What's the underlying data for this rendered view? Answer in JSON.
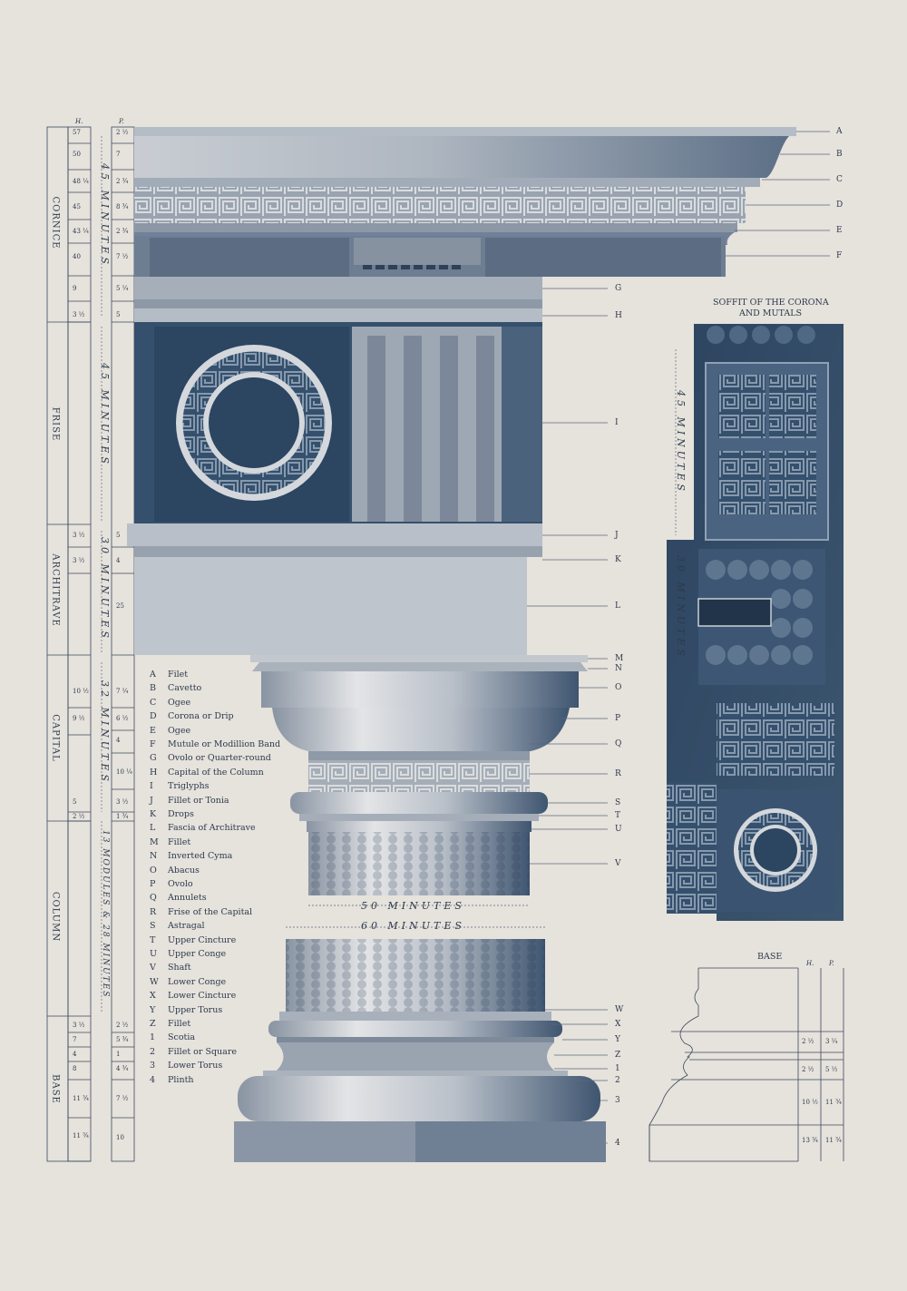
{
  "header": {
    "h_label": "H.",
    "p_label": "P."
  },
  "sections": {
    "cornice": "CORNICE",
    "frise": "FRISE",
    "architrave": "ARCHITRAVE",
    "capital": "CAPITAL",
    "column": "COLUMN",
    "base": "BASE"
  },
  "h_values": [
    "57",
    "50",
    "48 ¼",
    "45",
    "43 ¼",
    "40",
    "9",
    "3 ½",
    "3 ½",
    "3 ½",
    "10 ½",
    "9 ½",
    "5",
    "2 ½",
    "3 ½",
    "7",
    "4",
    "8",
    "11 ¾",
    "11 ¾"
  ],
  "p_values": [
    "2 ½",
    "7",
    "2 ¾",
    "8 ¾",
    "2 ¾",
    "7 ½",
    "5 ¼",
    "5",
    "5",
    "4",
    "25",
    "7 ¼",
    "6 ½",
    "4",
    "10 ¼",
    "3 ½",
    "1 ¾",
    "2 ½",
    "5 ¾",
    "1",
    "4 ¾",
    "7 ½",
    "10"
  ],
  "minutes_labels": {
    "cornice": "45 MINUTES",
    "frise": "45 MINUTES",
    "architrave": "30 MINUTES",
    "capital": "32 MINUTES",
    "column": "13 MODULES & 28 MINUTES",
    "shaft_top": "50 MINUTES",
    "shaft_bottom": "60 MINUTES",
    "soffit_upper": "45 MINUTES",
    "soffit_lower": "30 MINUTES"
  },
  "right_letters": [
    "A",
    "B",
    "C",
    "D",
    "E",
    "F",
    "G",
    "H",
    "I",
    "J",
    "K",
    "L"
  ],
  "column_letters": [
    "M",
    "N",
    "O",
    "P",
    "Q",
    "R",
    "S",
    "T",
    "U",
    "V",
    "W",
    "X",
    "Y",
    "Z",
    "1",
    "2",
    "3",
    "4"
  ],
  "legend": [
    {
      "key": "A",
      "name": "Filet"
    },
    {
      "key": "B",
      "name": "Cavetto"
    },
    {
      "key": "C",
      "name": "Ogee"
    },
    {
      "key": "D",
      "name": "Corona or Drip"
    },
    {
      "key": "E",
      "name": "Ogee"
    },
    {
      "key": "F",
      "name": "Mutule or Modillion Band"
    },
    {
      "key": "G",
      "name": "Ovolo or Quarter-round"
    },
    {
      "key": "H",
      "name": "Capital of the Column"
    },
    {
      "key": "I",
      "name": "Triglyphs"
    },
    {
      "key": "J",
      "name": "Fillet or Tonia"
    },
    {
      "key": "K",
      "name": "Drops"
    },
    {
      "key": "L",
      "name": "Fascia of Architrave"
    },
    {
      "key": "M",
      "name": "Fillet"
    },
    {
      "key": "N",
      "name": "Inverted Cyma"
    },
    {
      "key": "O",
      "name": "Abacus"
    },
    {
      "key": "P",
      "name": "Ovolo"
    },
    {
      "key": "Q",
      "name": "Annulets"
    },
    {
      "key": "R",
      "name": "Frise of the Capital"
    },
    {
      "key": "S",
      "name": "Astragal"
    },
    {
      "key": "T",
      "name": "Upper Cincture"
    },
    {
      "key": "U",
      "name": "Upper Conge"
    },
    {
      "key": "V",
      "name": "Shaft"
    },
    {
      "key": "W",
      "name": "Lower Conge"
    },
    {
      "key": "X",
      "name": "Lower Cincture"
    },
    {
      "key": "Y",
      "name": "Upper Torus"
    },
    {
      "key": "Z",
      "name": "Fillet"
    },
    {
      "key": "1",
      "name": "Scotia"
    },
    {
      "key": "2",
      "name": "Fillet or Square"
    },
    {
      "key": "3",
      "name": "Lower Torus"
    },
    {
      "key": "4",
      "name": "Plinth"
    }
  ],
  "soffit": {
    "title_line1": "SOFFIT OF THE CORONA",
    "title_line2": "AND MUTALS"
  },
  "base_detail": {
    "title": "BASE",
    "h_label": "H.",
    "p_label": "P.",
    "h_values": [
      "2 ½",
      "2 ½",
      "10 ½",
      "13 ¾"
    ],
    "p_values": [
      "3 ¼",
      "5 ½",
      "11 ¾",
      "11 ¾"
    ]
  },
  "colors": {
    "paper": "#e6e2dc",
    "ink": "#2c3a4c",
    "stone": "#8f9aa8",
    "dark": "#2d4560"
  }
}
